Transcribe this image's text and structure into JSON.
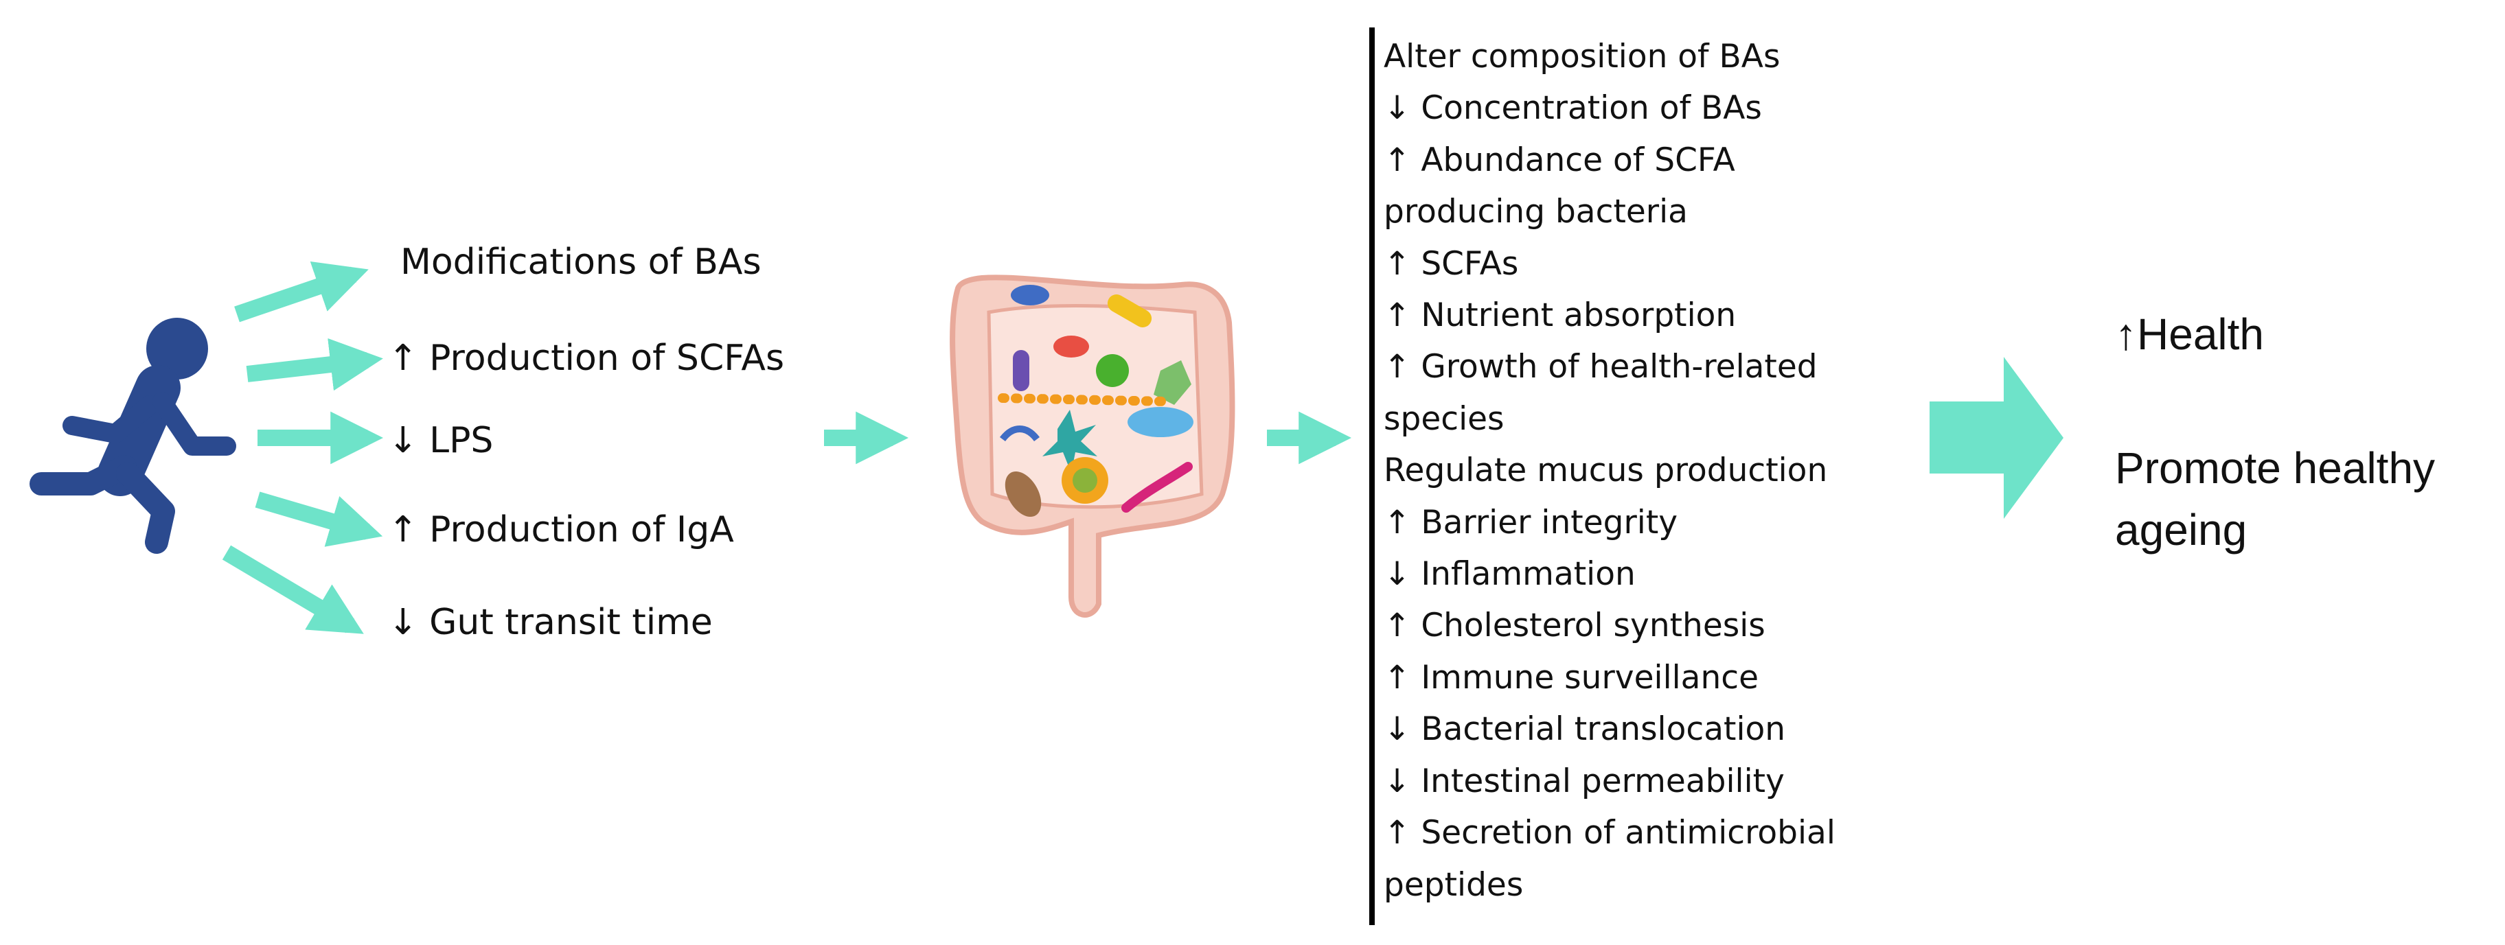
{
  "colors": {
    "arrow": "#6ee3c9",
    "runner": "#2b4a8f",
    "gut_outline": "#e8a99a",
    "gut_fill": "#f6cfc4",
    "divider": "#000000",
    "text": "#111111"
  },
  "icons": {
    "runner": "running-person-icon",
    "gut": "gut-microbiota-illustration"
  },
  "exercise_effects": [
    "Modifications of BAs",
    "↑ Production of SCFAs",
    "↓ LPS",
    "↑ Production of IgA",
    "↓ Gut transit time"
  ],
  "microbiota_outcomes": [
    "Alter composition of BAs",
    "↓ Concentration of BAs",
    "↑ Abundance of SCFA",
    "producing bacteria",
    "↑ SCFAs",
    "↑ Nutrient absorption",
    "↑ Growth of health-related",
    "species",
    "Regulate mucus production",
    "↑ Barrier integrity",
    "↓ Inflammation",
    "↑ Cholesterol synthesis",
    "↑ Immune surveillance",
    "↓ Bacterial translocation",
    "↓ Intestinal permeability",
    "↑ Secretion of antimicrobial",
    "peptides"
  ],
  "final_outcomes": {
    "health": "↑Health",
    "ageing_line1": "Promote healthy",
    "ageing_line2": "ageing"
  }
}
